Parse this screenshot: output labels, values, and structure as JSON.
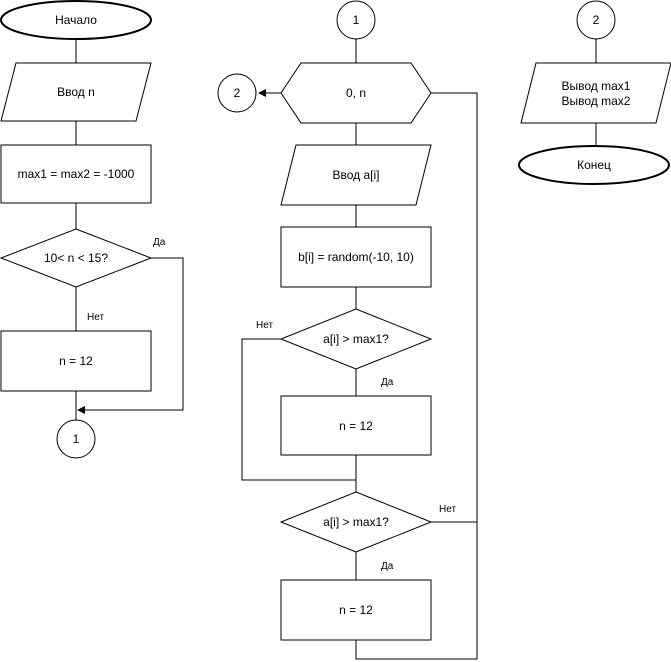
{
  "col1": {
    "start": "Начало",
    "input_n": "Ввод n",
    "init": "max1 = max2 = -1000",
    "cond": "10< n < 15?",
    "yes": "Да",
    "no": "Нет",
    "assign": "n = 12",
    "connector": "1"
  },
  "col2": {
    "connector_top": "1",
    "loop": "0, n",
    "loop_exit": "2",
    "input_ai": "Ввод a[i]",
    "random": "b[i] = random(-10, 10)",
    "cond1": "a[i] > max1?",
    "cond1_no": "Нет",
    "cond1_yes": "Да",
    "assign1": "n = 12",
    "cond2": "a[i] > max1?",
    "cond2_no": "Нет",
    "cond2_yes": "Да",
    "assign2": "n = 12"
  },
  "col3": {
    "connector": "2",
    "output_line1": "Вывод max1",
    "output_line2": "Вывод max2",
    "end": "Конец"
  }
}
